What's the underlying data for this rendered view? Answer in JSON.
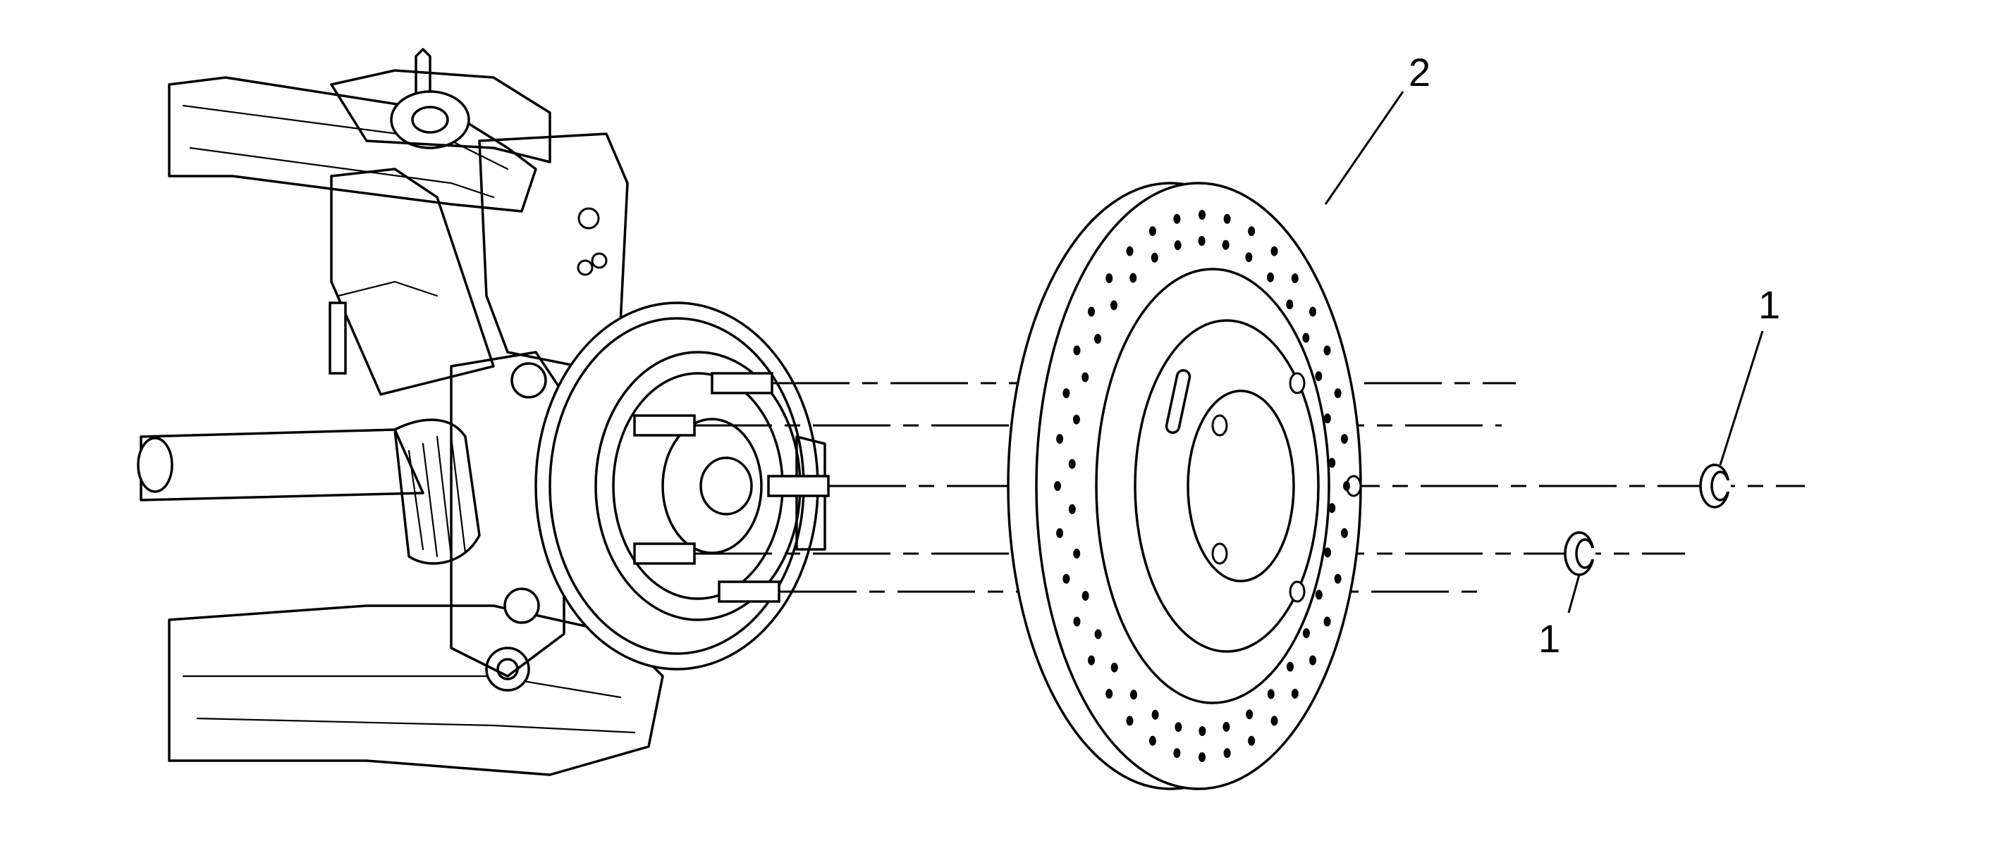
{
  "diagram": {
    "callouts": {
      "rotor": "2",
      "retainer_upper": "1",
      "retainer_lower": "1"
    }
  }
}
